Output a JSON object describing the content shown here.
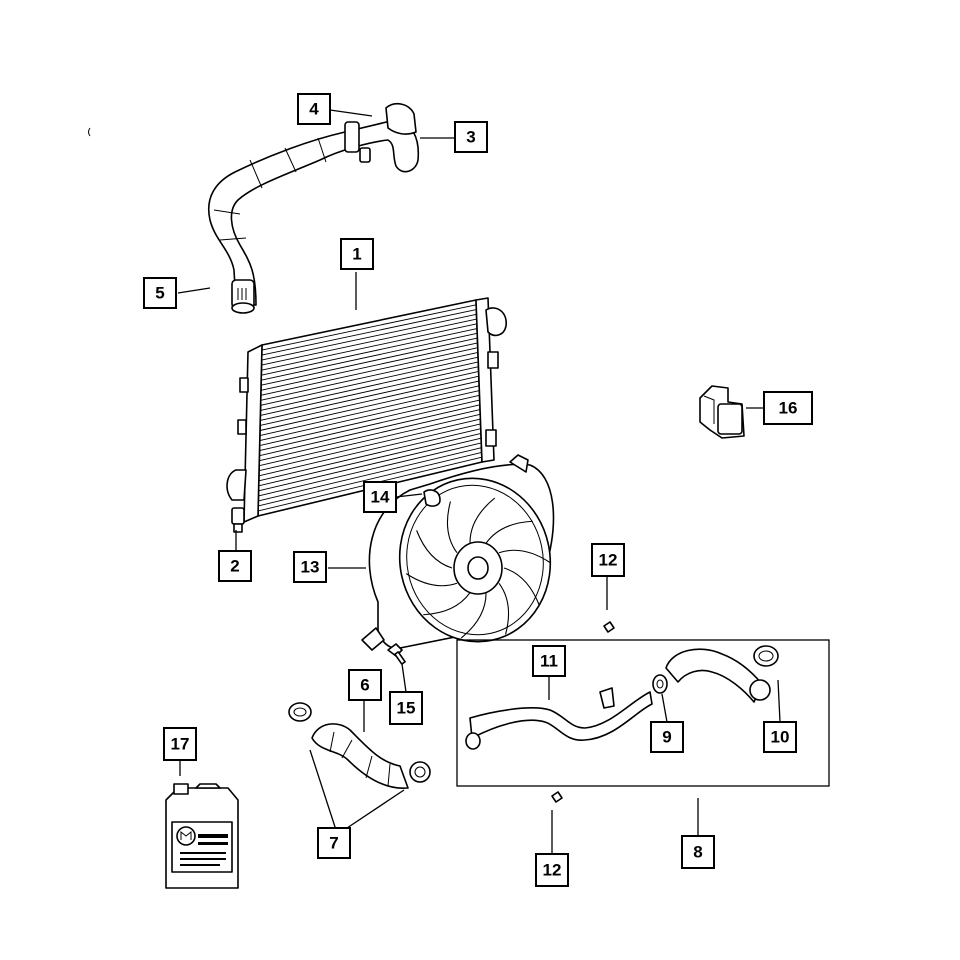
{
  "colors": {
    "ink": "#000000",
    "paper": "#ffffff"
  },
  "callouts": [
    {
      "id": "1",
      "label": "1"
    },
    {
      "id": "2",
      "label": "2"
    },
    {
      "id": "3",
      "label": "3"
    },
    {
      "id": "4",
      "label": "4"
    },
    {
      "id": "5",
      "label": "5"
    },
    {
      "id": "6",
      "label": "6"
    },
    {
      "id": "7",
      "label": "7"
    },
    {
      "id": "8",
      "label": "8"
    },
    {
      "id": "9",
      "label": "9"
    },
    {
      "id": "10",
      "label": "10"
    },
    {
      "id": "11",
      "label": "11"
    },
    {
      "id": "12a",
      "label": "12"
    },
    {
      "id": "12b",
      "label": "12"
    },
    {
      "id": "13",
      "label": "13"
    },
    {
      "id": "14",
      "label": "14"
    },
    {
      "id": "15",
      "label": "15"
    },
    {
      "id": "16",
      "label": "16"
    },
    {
      "id": "17",
      "label": "17"
    }
  ],
  "parts": {
    "radiator": "radiator",
    "drain_plug": "drain-plug",
    "upper_hose_connector": "upper-hose-connector",
    "hose_clamp_upper": "hose-clamp",
    "upper_radiator_hose": "upper-radiator-hose",
    "lower_hose": "lower-hose",
    "hose_clamps_lower": "hose-clamps",
    "hose_assembly_group": "hose-assembly-group",
    "heater_hose_clamp": "heater-hose-clamp",
    "hose_clamp_right": "hose-clamp",
    "coolant_tube": "coolant-tube",
    "bolt": "bolt",
    "fan_shroud": "fan-shroud",
    "shroud_clip": "shroud-clip",
    "fan_bolt": "fan-bolt",
    "fan_relay": "fan-relay",
    "coolant_jug": "coolant-jug"
  }
}
